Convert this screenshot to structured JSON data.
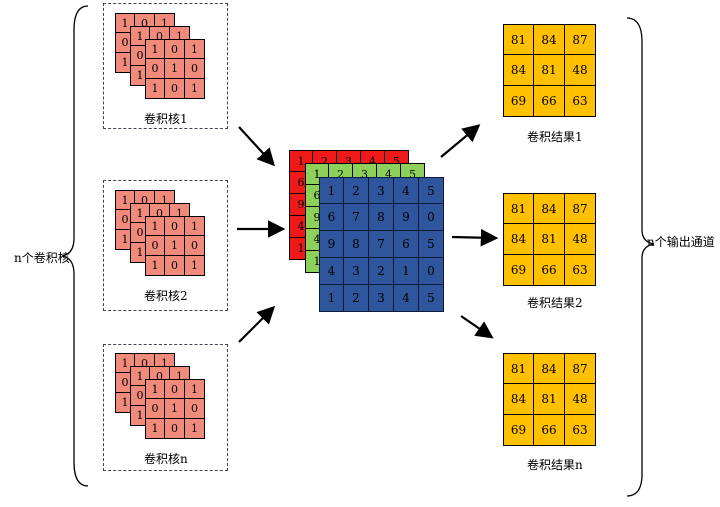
{
  "left_label": "n个卷积核",
  "right_label": "n个输出通道",
  "kernel_values": [
    [
      "1",
      "0",
      "1"
    ],
    [
      "0",
      "1",
      "0"
    ],
    [
      "1",
      "0",
      "1"
    ]
  ],
  "kernels": [
    {
      "caption": "卷积核1"
    },
    {
      "caption": "卷积核2"
    },
    {
      "caption": "卷积核n"
    }
  ],
  "input_layers": {
    "red": [
      [
        "1",
        "2",
        "3",
        "4",
        "5"
      ],
      [
        "6",
        "",
        "",
        "",
        ""
      ],
      [
        "9",
        "",
        "",
        "",
        ""
      ],
      [
        "4",
        "",
        "",
        "",
        ""
      ],
      [
        "1",
        "",
        "",
        "",
        ""
      ]
    ],
    "green": [
      [
        "1",
        "2",
        "3",
        "4",
        "5"
      ],
      [
        "6",
        "",
        "",
        "",
        ""
      ],
      [
        "9",
        "",
        "",
        "",
        ""
      ],
      [
        "4",
        "",
        "",
        "",
        ""
      ],
      [
        "1",
        "",
        "",
        "",
        ""
      ]
    ],
    "blue": [
      [
        "1",
        "2",
        "3",
        "4",
        "5"
      ],
      [
        "6",
        "7",
        "8",
        "9",
        "0"
      ],
      [
        "9",
        "8",
        "7",
        "6",
        "5"
      ],
      [
        "4",
        "3",
        "2",
        "1",
        "0"
      ],
      [
        "1",
        "2",
        "3",
        "4",
        "5"
      ]
    ]
  },
  "result_values": [
    [
      "81",
      "84",
      "87"
    ],
    [
      "84",
      "81",
      "48"
    ],
    [
      "69",
      "66",
      "63"
    ]
  ],
  "results": [
    {
      "caption": "卷积结果1"
    },
    {
      "caption": "卷积结果2"
    },
    {
      "caption": "卷积结果n"
    }
  ],
  "colors": {
    "kernel": "#f08a7a",
    "input_red": "#ee1a1a",
    "input_green": "#8dd15a",
    "input_blue": "#2f569c",
    "result": "#ffc000"
  }
}
